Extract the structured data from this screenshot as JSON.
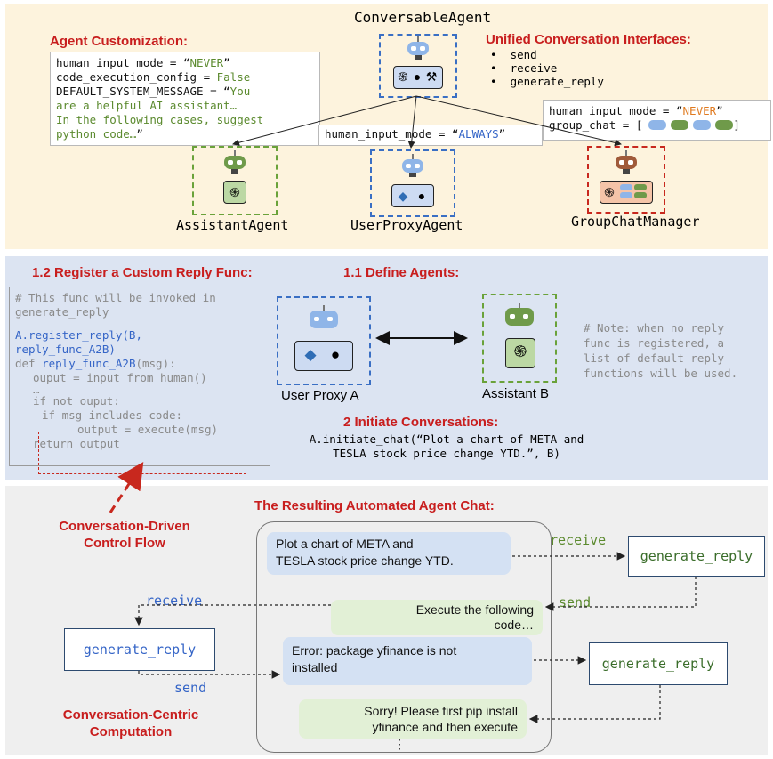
{
  "top": {
    "title": "ConversableAgent",
    "customization_title": "Agent Customization:",
    "custom_code": {
      "l1a": "human_input_mode = “",
      "l1b": "NEVER",
      "l1c": "”",
      "l2a": "code_execution_config = ",
      "l2b": "False",
      "l3a": "DEFAULT_SYSTEM_MESSAGE = “",
      "l3b": "You",
      "l4": "are a helpful AI assistant…",
      "l5": "In the following cases, suggest",
      "l6": "python code…",
      "l6b": "”"
    },
    "unified_title": "Unified Conversation Interfaces:",
    "interfaces": [
      "send",
      "receive",
      "generate_reply"
    ],
    "proxy_mode": {
      "a": "human_input_mode = “",
      "b": "ALWAYS",
      "c": "”"
    },
    "group_code": {
      "l1a": "human_input_mode = “",
      "l1b": "NEVER",
      "l1c": "”",
      "l2a": "group_chat = [",
      "l2b": "]"
    },
    "agents": [
      "AssistantAgent",
      "UserProxyAgent",
      "GroupChatManager"
    ]
  },
  "middle": {
    "register_title": "1.2 Register a Custom Reply Func:",
    "define_title": "1.1 Define Agents:",
    "code": {
      "c1": "# This func will be invoked in",
      "c2": "generate_reply",
      "c3": "A.register_reply(B,",
      "c4": "reply_func_A2B)",
      "c5a": "def ",
      "c5b": "reply_func_A2B",
      "c5c": "(msg):",
      "c6": "ouput = input_from_human()",
      "c7": "…",
      "c8": "if not ouput:",
      "c9": "if msg includes code:",
      "c10": "output = execute(msg)",
      "c11": "return output"
    },
    "agent_a": "User Proxy A",
    "agent_b": "Assistant B",
    "note": [
      "# Note: when no reply",
      "func is registered, a",
      "list of default reply",
      "functions will be used."
    ],
    "initiate_title": "2 Initiate Conversations:",
    "initiate_code": [
      "A.initiate_chat(“Plot a chart of META and",
      "TESLA stock price change YTD.”, B)"
    ]
  },
  "bottom": {
    "flow_label": [
      "Conversation-Driven",
      "Control Flow"
    ],
    "result_title": "The Resulting Automated Agent Chat:",
    "msg1": [
      "Plot a chart of META and",
      "TESLA stock price change YTD."
    ],
    "msg2": [
      "Execute the following",
      "code…"
    ],
    "msg3": [
      "Error: package yfinance is not",
      "installed"
    ],
    "msg4": [
      "Sorry! Please first pip install",
      "yfinance and then execute"
    ],
    "ellipsis": "⋮",
    "reply_label": "generate_reply",
    "receive": "receive",
    "send": "send",
    "centric_label": [
      "Conversation-Centric",
      "Computation"
    ]
  },
  "colors": {
    "blue_dash": "#3a6fc4",
    "green_dash": "#6aa23a",
    "red_dash": "#c8281e",
    "robot_blue": "#8fb5e8",
    "robot_green": "#6f9a4a",
    "robot_brown": "#a05a3a"
  }
}
